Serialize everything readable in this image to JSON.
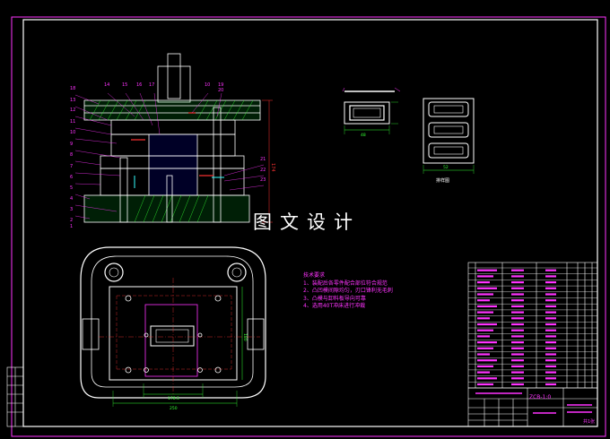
{
  "watermark": "图文设计",
  "notes": {
    "title": "技术要求",
    "items": [
      "1、装配后各零件配合部位符合规范",
      "2、凸凹模间隙均匀，刃口锋利无毛刺",
      "3、凸模与卸料板导向可靠",
      "4、选用40T冲床进行冲裁"
    ]
  },
  "title_block": {
    "drawing_code": "ZCB-1:0",
    "sheet": "共1张"
  },
  "part_view_caption": "排样图",
  "dims": {
    "plan_width": "178.5",
    "plan_total": "250",
    "plan_height": "180",
    "side_height": "174",
    "part_width": "48",
    "strip_width": "52"
  },
  "balloons": [
    "18",
    "14",
    "15",
    "16",
    "17",
    "10",
    "19",
    "20",
    "13",
    "12",
    "11",
    "10",
    "9",
    "8",
    "7",
    "6",
    "5",
    "4",
    "3",
    "2",
    "1",
    "21",
    "22",
    "23"
  ],
  "colors": {
    "background": "#000000",
    "outline": "#ffffff",
    "accent_magenta": "#ff33ff",
    "accent_cyan": "#33ffff",
    "accent_red": "#ff3333",
    "accent_yellow": "#ffff33",
    "accent_green": "#33ff33"
  }
}
